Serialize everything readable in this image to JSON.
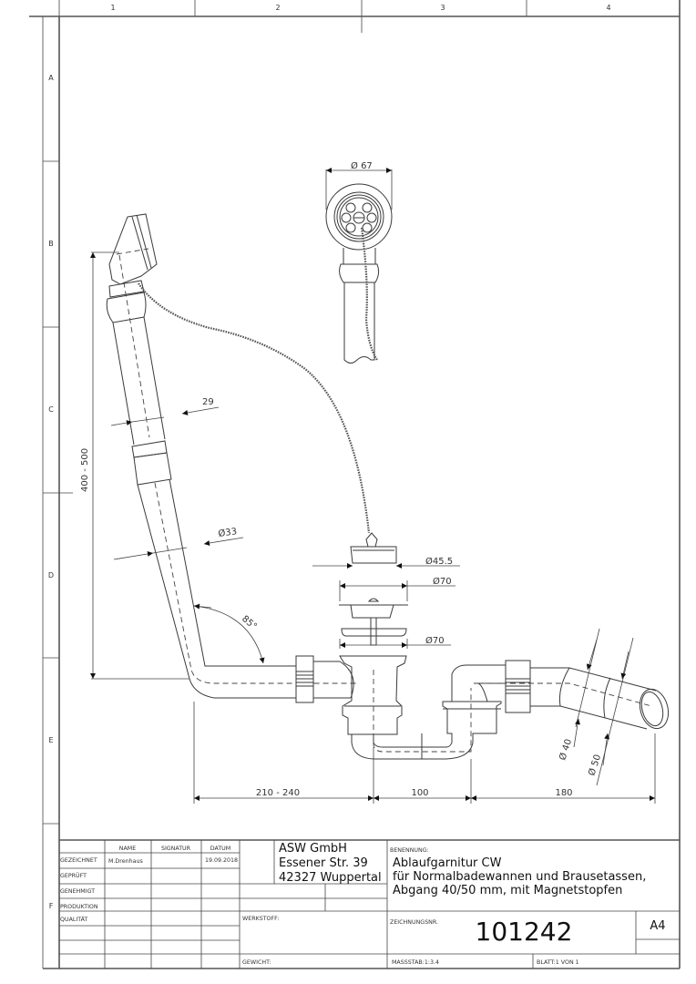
{
  "border": {
    "columns": [
      "1",
      "2",
      "3",
      "4"
    ],
    "rows": [
      "A",
      "B",
      "C",
      "D",
      "E",
      "F"
    ]
  },
  "dimensions": {
    "drain_top_diameter": "67",
    "stopper_diameter": "45.5",
    "plate_diameter_upper": "70",
    "plate_diameter_lower": "70",
    "overflow_width": "29",
    "overflow_pipe_diameter": "33",
    "overflow_height": "400 - 500",
    "angle": "85°",
    "outlet_diameter_inner": "40",
    "outlet_diameter_outer": "50",
    "horizontal_left": "210 - 240",
    "horizontal_mid": "100",
    "horizontal_right": "180",
    "diameter_symbol": "Ø"
  },
  "title_block": {
    "headers": {
      "name": "NAME",
      "signature": "SIGNATUR",
      "date": "DATUM"
    },
    "rows": [
      {
        "label": "GEZEICHNET",
        "name": "M.Drenhaus",
        "signature": "",
        "date": "19.09.2018"
      },
      {
        "label": "GEPRÜFT",
        "name": "",
        "signature": "",
        "date": ""
      },
      {
        "label": "GENEHMIGT",
        "name": "",
        "signature": "",
        "date": ""
      },
      {
        "label": "PRODUKTION",
        "name": "",
        "signature": "",
        "date": ""
      },
      {
        "label": "QUALITÄT",
        "name": "",
        "signature": "",
        "date": ""
      }
    ],
    "company": {
      "line1": "ASW GmbH",
      "line2": "Essener Str. 39",
      "line3": "42327 Wuppertal"
    },
    "benennung_label": "BENENNUNG:",
    "title_lines": [
      "Ablaufgarnitur CW",
      "für Normalbadewannen und Brausetassen,",
      "Abgang 40/50 mm, mit Magnetstopfen"
    ],
    "werkstoff_label": "WERKSTOFF:",
    "gewicht_label": "GEWICHT:",
    "drawing_number_label": "ZEICHNUNGSNR.",
    "drawing_number": "101242",
    "format": "A4",
    "scale": "MASSSTAB:1:3.4",
    "sheet": "BLATT:1 VON 1"
  }
}
